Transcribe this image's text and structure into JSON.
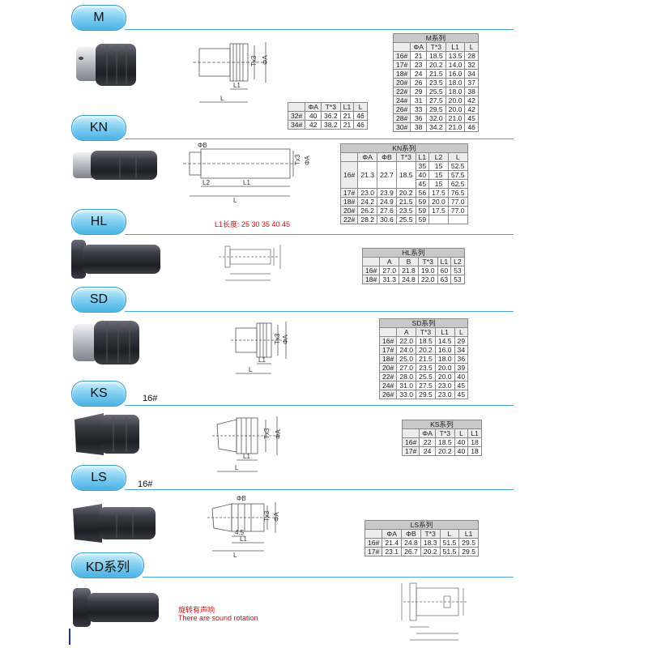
{
  "sections": {
    "m": {
      "tab": "M",
      "table_title": "M系列"
    },
    "kn": {
      "tab": "KN",
      "table_title": "KN系列",
      "l1_note": "L1长度: 25 30 35 40 45"
    },
    "hl": {
      "tab": "HL",
      "table_title": "HL系列"
    },
    "sd": {
      "tab": "SD",
      "table_title": "SD系列"
    },
    "ks": {
      "tab": "KS",
      "table_title": "KS系列",
      "size_label": "16#"
    },
    "ls": {
      "tab": "LS",
      "table_title": "LS系列",
      "size_label": "16#"
    },
    "kd": {
      "tab": "KD系列",
      "note_cn": "旋转有声响",
      "note_en": "There are sound rotation"
    }
  },
  "tables": {
    "m_main": {
      "headers": [
        "",
        "ΦA",
        "T*3",
        "L1",
        "L"
      ],
      "rows": [
        [
          "16#",
          "21",
          "18.5",
          "13.5",
          "28"
        ],
        [
          "17#",
          "23",
          "20.2",
          "14.0",
          "32"
        ],
        [
          "18#",
          "24",
          "21.5",
          "16.0",
          "34"
        ],
        [
          "20#",
          "26",
          "23.5",
          "18.0",
          "37"
        ],
        [
          "22#",
          "29",
          "25.5",
          "18.0",
          "38"
        ],
        [
          "24#",
          "31",
          "27.5",
          "20.0",
          "42"
        ],
        [
          "26#",
          "33",
          "29.5",
          "20.0",
          "42"
        ],
        [
          "28#",
          "36",
          "32.0",
          "21.0",
          "45"
        ],
        [
          "30#",
          "38",
          "34.2",
          "21.0",
          "46"
        ]
      ]
    },
    "m_small": {
      "headers": [
        "",
        "ΦA",
        "T*3",
        "L1",
        "L"
      ],
      "rows": [
        [
          "32#",
          "40",
          "36.2",
          "21",
          "46"
        ],
        [
          "34#",
          "42",
          "38.2",
          "21",
          "46"
        ]
      ]
    },
    "kn": {
      "headers": [
        "",
        "ΦA",
        "ΦB",
        "T*3",
        "L1",
        "L2",
        "L"
      ],
      "group16": {
        "label": "16#",
        "a": "21.3",
        "b": "22.7",
        "t": "18.5",
        "sub": [
          [
            "35",
            "15",
            "52.5"
          ],
          [
            "40",
            "15",
            "57.5"
          ],
          [
            "45",
            "15",
            "62.5"
          ]
        ]
      },
      "rows": [
        [
          "17#",
          "23.0",
          "23.9",
          "20.2",
          "56",
          "17.5",
          "76.5"
        ],
        [
          "18#",
          "24.2",
          "24.9",
          "21.5",
          "59",
          "20.0",
          "77.0"
        ],
        [
          "20#",
          "26.2",
          "27.6",
          "23.5",
          "59",
          "17.5",
          "77.0"
        ],
        [
          "22#",
          "28.2",
          "30.6",
          "25.5",
          "59",
          "",
          ""
        ]
      ]
    },
    "hl": {
      "headers": [
        "",
        "A",
        "B",
        "T*3",
        "L1",
        "L2"
      ],
      "rows": [
        [
          "16#",
          "27.0",
          "21.8",
          "19.0",
          "60",
          "53"
        ],
        [
          "18#",
          "31.3",
          "24.8",
          "22.0",
          "63",
          "53"
        ]
      ]
    },
    "sd": {
      "headers": [
        "",
        "A",
        "T*3",
        "L1",
        "L"
      ],
      "rows": [
        [
          "16#",
          "22.0",
          "18.5",
          "14.5",
          "29"
        ],
        [
          "17#",
          "24.0",
          "20.2",
          "16.0",
          "34"
        ],
        [
          "18#",
          "25.0",
          "21.5",
          "18.0",
          "36"
        ],
        [
          "20#",
          "27.0",
          "23.5",
          "20.0",
          "39"
        ],
        [
          "22#",
          "28.0",
          "25.5",
          "20.0",
          "40"
        ],
        [
          "24#",
          "31.0",
          "27.5",
          "23.0",
          "45"
        ],
        [
          "26#",
          "33.0",
          "29.5",
          "23.0",
          "45"
        ]
      ]
    },
    "ks": {
      "headers": [
        "",
        "ΦA",
        "T*3",
        "L",
        "L1"
      ],
      "rows": [
        [
          "16#",
          "22",
          "18.5",
          "40",
          "18"
        ],
        [
          "17#",
          "24",
          "20.2",
          "40",
          "18"
        ]
      ]
    },
    "ls": {
      "headers": [
        "",
        "ΦA",
        "ΦB",
        "T*3",
        "L",
        "L1"
      ],
      "rows": [
        [
          "16#",
          "21.4",
          "24.8",
          "18.3",
          "51.5",
          "29.5"
        ],
        [
          "17#",
          "23.1",
          "26.7",
          "20.2",
          "51.5",
          "29.5"
        ]
      ]
    }
  },
  "drawing_labels": {
    "m": {
      "t": "Tx3",
      "a": "ΦA",
      "l1": "L1",
      "l": "L"
    },
    "kn": {
      "b": "ΦB",
      "t": "Tx3",
      "a": "ΦA",
      "l2": "L2",
      "l1": "L1",
      "l": "L"
    },
    "sd": {
      "t": "Tx3",
      "a": "ΦA",
      "l1": "L1",
      "l": "L"
    },
    "ks": {
      "t": "Tx3",
      "a": "ΦA",
      "l1": "L1",
      "l": "L"
    },
    "ls": {
      "b": "ΦB",
      "t": "Tx3",
      "a": "ΦA",
      "c": "4.5",
      "l1": "L1",
      "l": "L"
    }
  },
  "colors": {
    "tab_top": "#cdeefc",
    "tab_bottom": "#49b2e3",
    "line": "#4aa6d6",
    "note": "#d01010",
    "rubber": "#2e3038",
    "metal": "#c8ccd2"
  }
}
